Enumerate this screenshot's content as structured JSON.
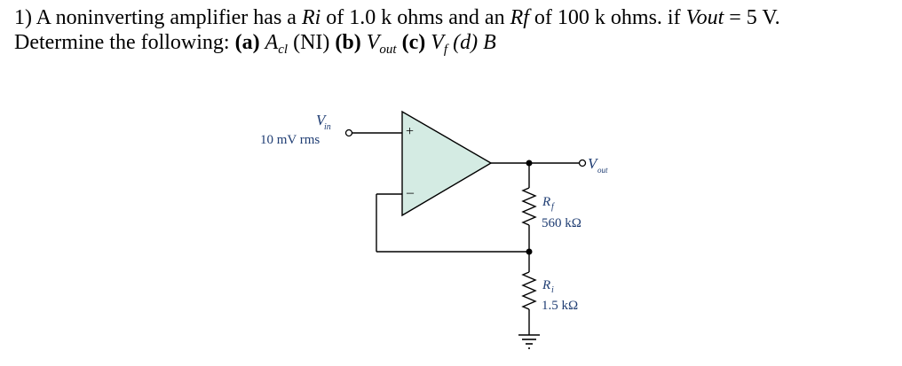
{
  "question": {
    "line1_a": "1) A noninverting amplifier has a ",
    "ri_symbol": "Ri",
    "line1_b": " of 1.0 k ohms and an ",
    "rf_symbol": "Rf",
    "line1_c": " of 100 k ohms. if ",
    "vout_symbol": "Vout",
    "line1_d": " = 5 V.",
    "line2_a": "Determine the following: ",
    "part_a_label": "(a)",
    "acl_main": "A",
    "acl_sub": "cl",
    "part_a_text": " (NI) ",
    "part_b_label": "(b)",
    "vout_main": "V",
    "vout_sub": "out",
    "part_c_label": "(c)",
    "vf_main": "V",
    "vf_sub": "f",
    "part_d_text": "(d) B"
  },
  "circuit": {
    "vin_main": "V",
    "vin_sub": "in",
    "vin_value": "10 mV rms",
    "plus_sign": "+",
    "minus_sign": "–",
    "vout_main": "V",
    "vout_sub": "out",
    "rf_main": "R",
    "rf_sub": "f",
    "rf_value": "560 kΩ",
    "ri_main": "R",
    "ri_sub": "i",
    "ri_value": "1.5 kΩ",
    "colors": {
      "opamp_fill": "#d4ebe3",
      "wire": "#000000",
      "label": "#1f3d73"
    }
  }
}
